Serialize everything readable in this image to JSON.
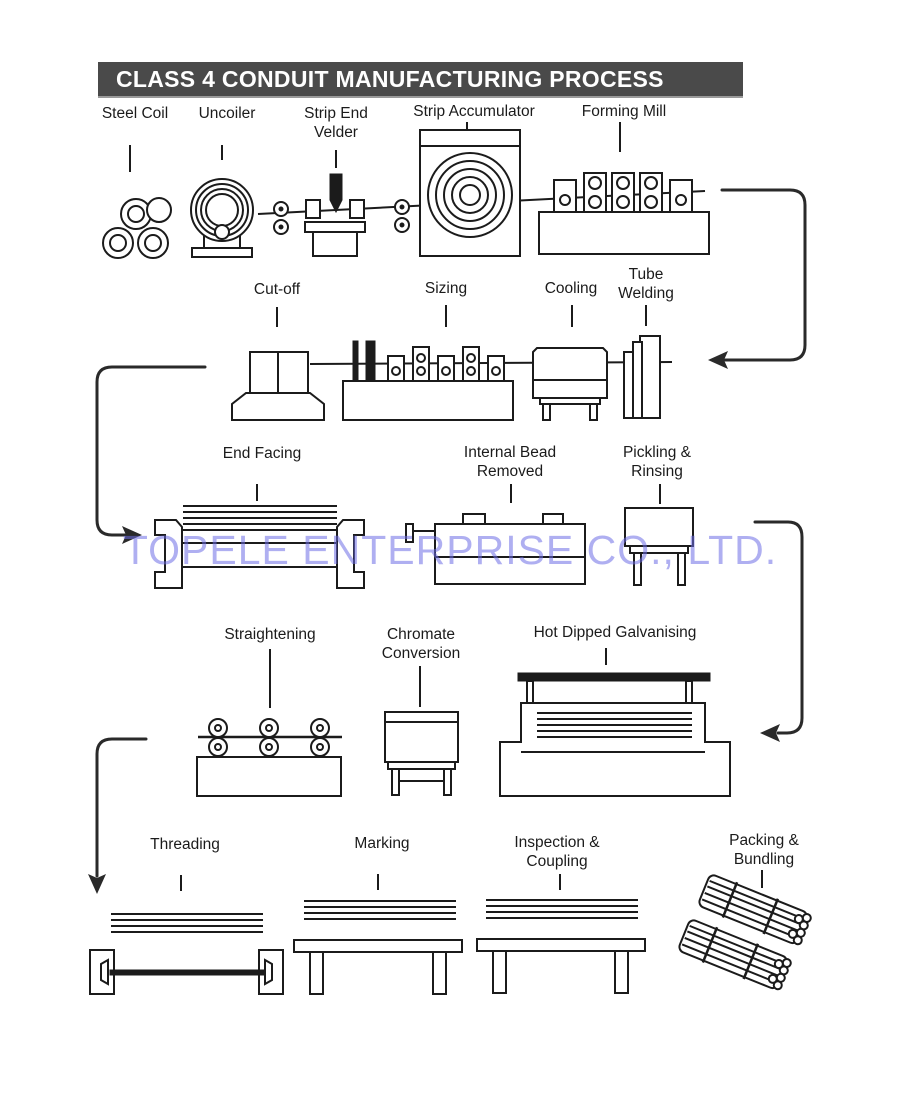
{
  "title": "CLASS 4 CONDUIT MANUFACTURING PROCESS",
  "watermark": "TOPELE ENTERPRISE CO., LTD.",
  "colors": {
    "title_bar": "#4a4a4a",
    "title_text": "#ffffff",
    "line_art": "#1b1b1b",
    "watermark": "#6e6ee6"
  },
  "stages": [
    {
      "id": "steel-coil",
      "label": "Steel Coil"
    },
    {
      "id": "uncoiler",
      "label": "Uncoiler"
    },
    {
      "id": "strip-end-welder",
      "label": "Strip End\nVelder"
    },
    {
      "id": "strip-accumulator",
      "label": "Strip Accumulator"
    },
    {
      "id": "forming-mill",
      "label": "Forming Mill"
    },
    {
      "id": "cut-off",
      "label": "Cut-off"
    },
    {
      "id": "sizing",
      "label": "Sizing"
    },
    {
      "id": "cooling",
      "label": "Cooling"
    },
    {
      "id": "tube-welding",
      "label": "Tube\nWelding"
    },
    {
      "id": "end-facing",
      "label": "End Facing"
    },
    {
      "id": "internal-bead-removed",
      "label": "Internal Bead\nRemoved"
    },
    {
      "id": "pickling-rinsing",
      "label": "Pickling &\nRinsing"
    },
    {
      "id": "straightening",
      "label": "Straightening"
    },
    {
      "id": "chromate-conversion",
      "label": "Chromate\nConversion"
    },
    {
      "id": "hot-dipped-galvanising",
      "label": "Hot Dipped Galvanising"
    },
    {
      "id": "threading",
      "label": "Threading"
    },
    {
      "id": "marking",
      "label": "Marking"
    },
    {
      "id": "inspection-coupling",
      "label": "Inspection &\nCoupling"
    },
    {
      "id": "packing-bundling",
      "label": "Packing &\nBundling"
    }
  ]
}
